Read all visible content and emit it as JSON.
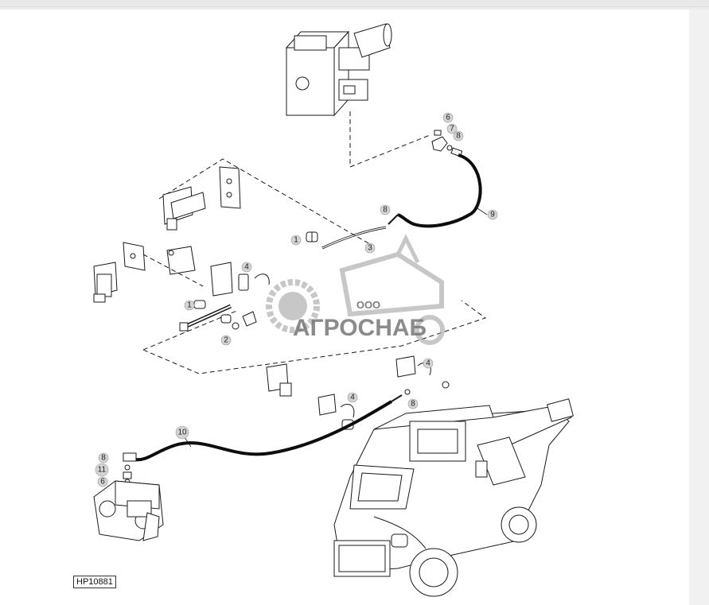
{
  "figure": {
    "reference_code": "HP10881",
    "callouts": [
      {
        "id": "c1a",
        "label": "1"
      },
      {
        "id": "c1b",
        "label": "1"
      },
      {
        "id": "c2",
        "label": "2"
      },
      {
        "id": "c3",
        "label": "3"
      },
      {
        "id": "c4a",
        "label": "4"
      },
      {
        "id": "c4b",
        "label": "4"
      },
      {
        "id": "c4c",
        "label": "4"
      },
      {
        "id": "c6a",
        "label": "6"
      },
      {
        "id": "c6b",
        "label": "6"
      },
      {
        "id": "c7",
        "label": "7"
      },
      {
        "id": "c8a",
        "label": "8"
      },
      {
        "id": "c8b",
        "label": "8"
      },
      {
        "id": "c8c",
        "label": "8"
      },
      {
        "id": "c8d",
        "label": "8"
      },
      {
        "id": "c9",
        "label": "9"
      },
      {
        "id": "c10",
        "label": "10"
      },
      {
        "id": "c11",
        "label": "11"
      }
    ]
  },
  "watermark": {
    "small_text": "ООО",
    "brand_text": "АГРОСНАБ"
  },
  "colors": {
    "line": "#1a1a1a",
    "hose": "#0d0d0d",
    "watermark": "#9a9a9a",
    "callout_fill": "#d4d4d4",
    "sheet": "#ffffff"
  }
}
